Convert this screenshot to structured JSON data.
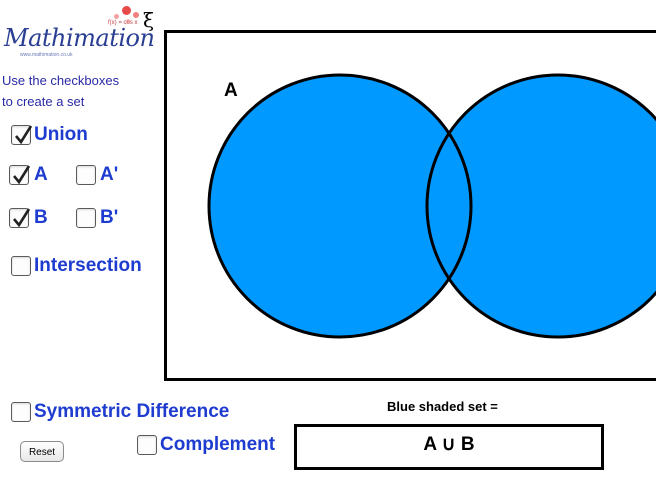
{
  "logo": {
    "text": "Mathimation",
    "subtitle": "www.mathimation.co.uk",
    "formula": "f(x) = cos x"
  },
  "universal_symbol": "ξ",
  "instructions": {
    "line1": "Use the checkboxes",
    "line2": "to create a set"
  },
  "checkboxes": {
    "union": {
      "label": "Union",
      "checked": true
    },
    "a": {
      "label": "A",
      "checked": true
    },
    "a_complement": {
      "label": "A'",
      "checked": false
    },
    "b": {
      "label": "B",
      "checked": true
    },
    "b_complement": {
      "label": "B'",
      "checked": false
    },
    "intersection": {
      "label": "Intersection",
      "checked": false
    },
    "symmetric_difference": {
      "label": "Symmetric Difference",
      "checked": false
    },
    "complement": {
      "label": "Complement",
      "checked": false
    }
  },
  "venn": {
    "set_a_label": "A",
    "fill_color": "#0099ff",
    "outline_color": "#000000"
  },
  "result": {
    "caption": "Blue shaded set =",
    "value": "A ∪ B"
  },
  "reset_label": "Reset",
  "colors": {
    "label_blue": "#1e3ccf",
    "instruction_blue": "#2a2aa6"
  }
}
